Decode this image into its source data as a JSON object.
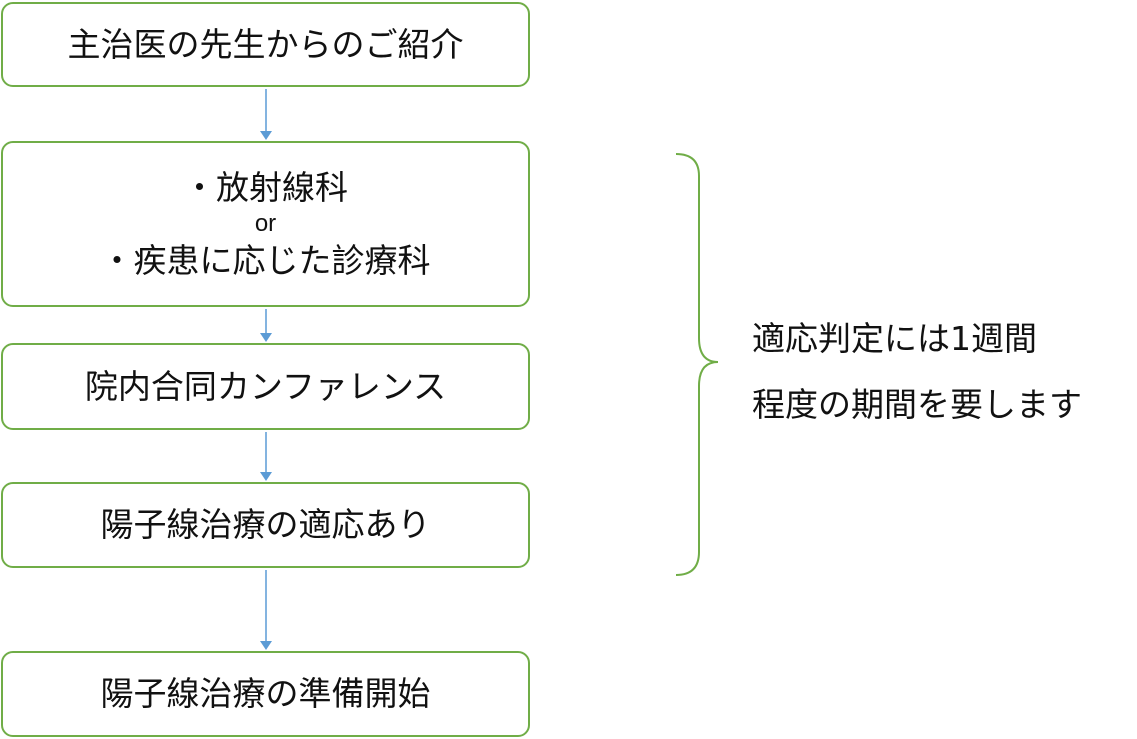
{
  "colors": {
    "box_border": "#70ad47",
    "arrow": "#5b9bd5",
    "bracket": "#70ad47"
  },
  "steps": [
    {
      "label": "主治医の先生からのご紹介"
    },
    {
      "line1": "・放射線科",
      "line2": "or",
      "line3": "・疾患に応じた診療科"
    },
    {
      "label": "院内合同カンファレンス"
    },
    {
      "label": "陽子線治療の適応あり"
    },
    {
      "label": "陽子線治療の準備開始"
    }
  ],
  "note": {
    "line1": "適応判定には1週間",
    "line2": "程度の期間を要します"
  }
}
